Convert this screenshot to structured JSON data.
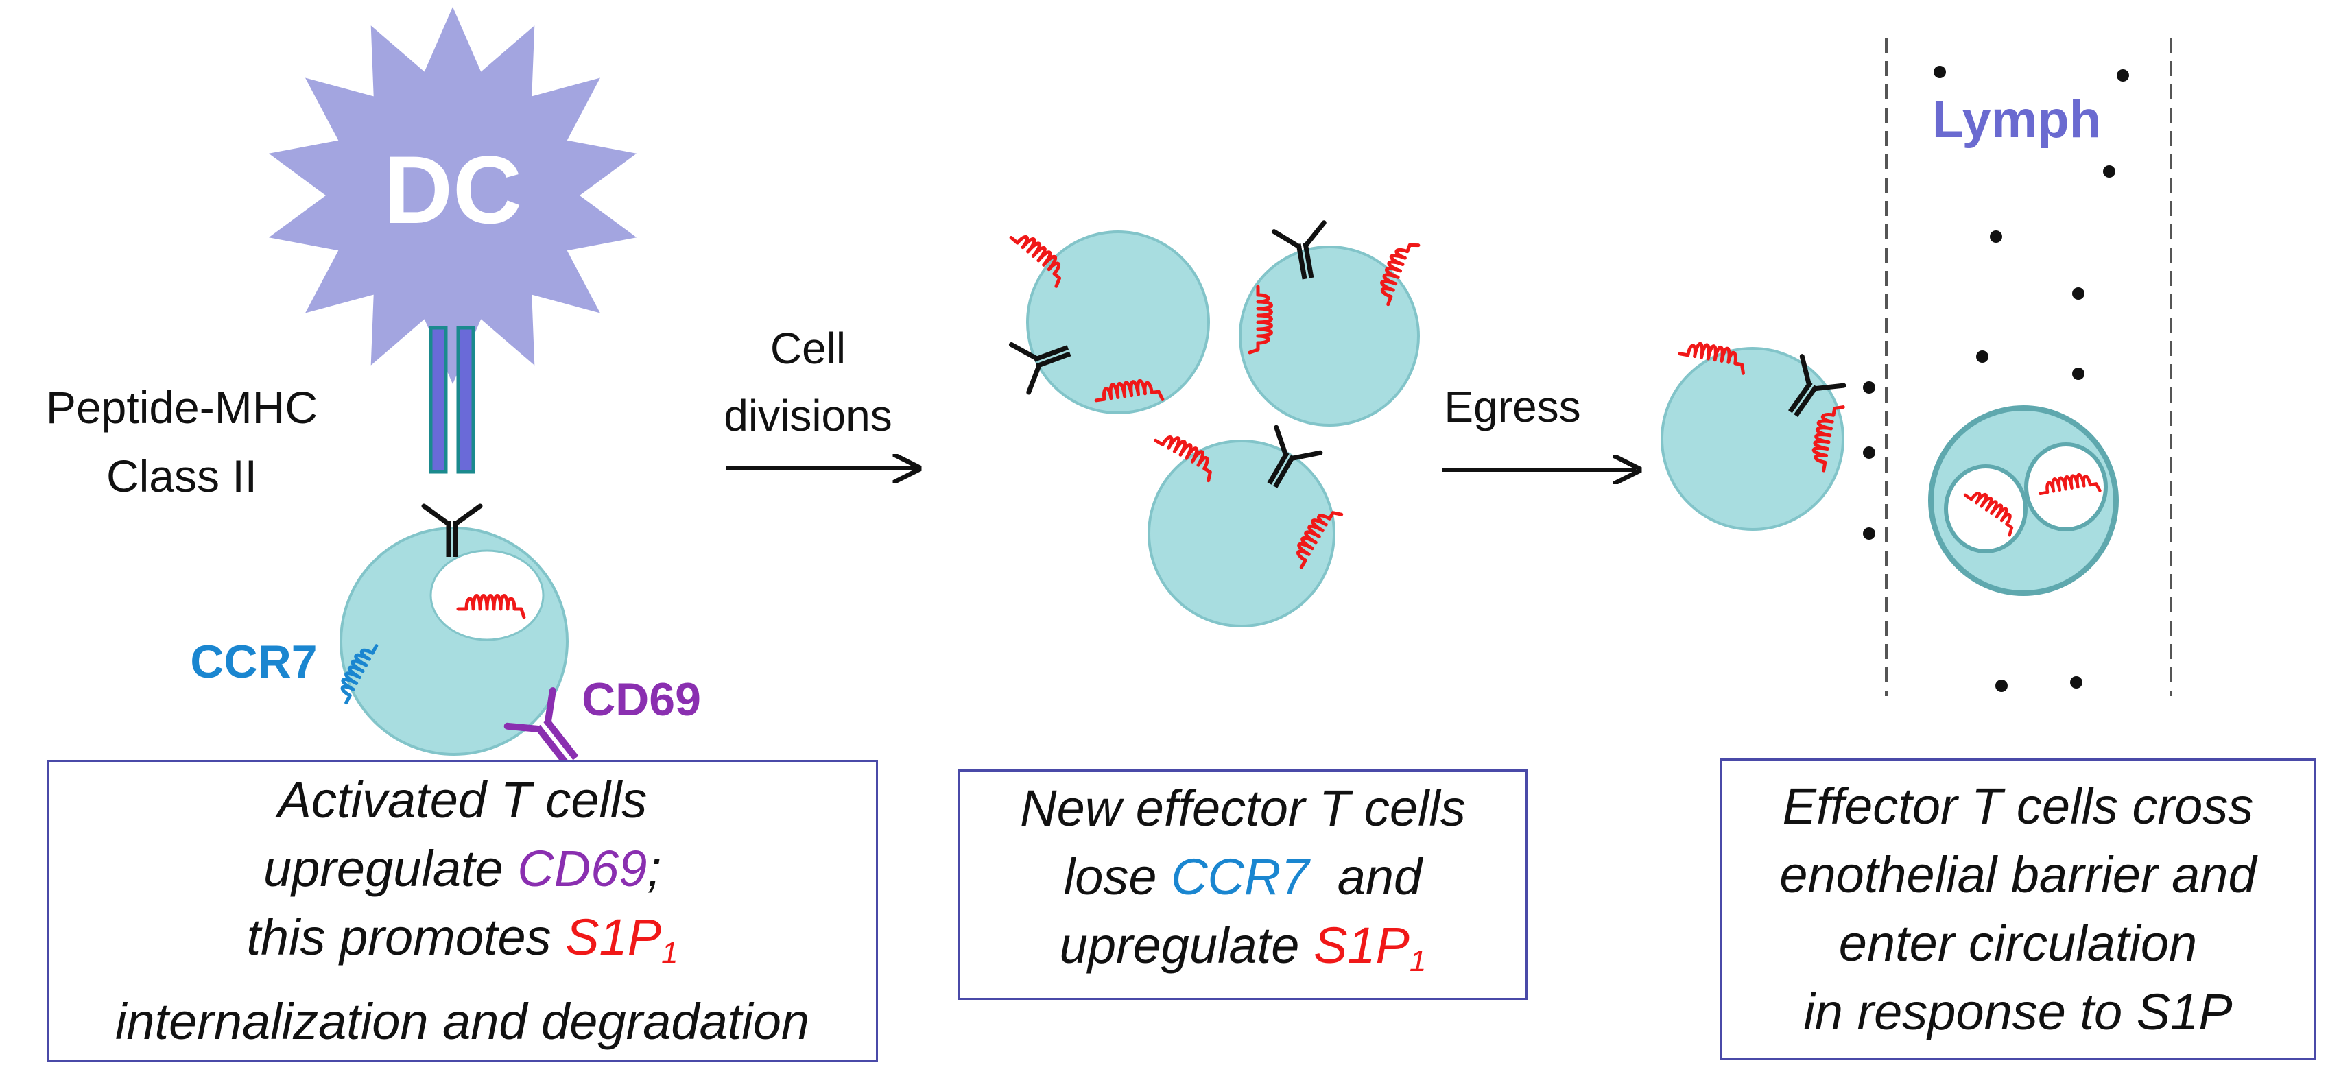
{
  "labels": {
    "dc": "DC",
    "peptide_mhc_line1": "Peptide-MHC",
    "peptide_mhc_line2": "Class II",
    "ccr7": "CCR7",
    "cd69": "CD69",
    "cell_divisions_line1": "Cell",
    "cell_divisions_line2": "divisions",
    "egress": "Egress",
    "lymph": "Lymph"
  },
  "captions": {
    "left": {
      "line1": "Activated T cells",
      "line2_a": "upregulate ",
      "line2_cd69": "CD69",
      "line2_b": ";",
      "line3_a": "this promotes ",
      "line3_s1p": "S1P",
      "line3_sub": "1",
      "line4": "internalization and degradation"
    },
    "middle": {
      "line1": "New effector T cells",
      "line2_a": "lose ",
      "line2_ccr7": "CCR7",
      "line2_b": "  and",
      "line3_a": "upregulate ",
      "line3_s1p": "S1P",
      "line3_sub": "1"
    },
    "right": {
      "line1": "Effector T cells cross",
      "line2": "enothelial barrier and",
      "line3": "enter circulation",
      "line4": "in response to S1P"
    }
  },
  "colors": {
    "dc_fill": "#a3a5e0",
    "cell_fill": "#a8dde0",
    "cell_stroke": "#82c4c9",
    "s1p_red": "#f01818",
    "ccr7_blue": "#1a86d0",
    "cd69_purple": "#8a2fb0",
    "lymph_text": "#6a6ad0",
    "caption_border": "#4a4aa8"
  }
}
